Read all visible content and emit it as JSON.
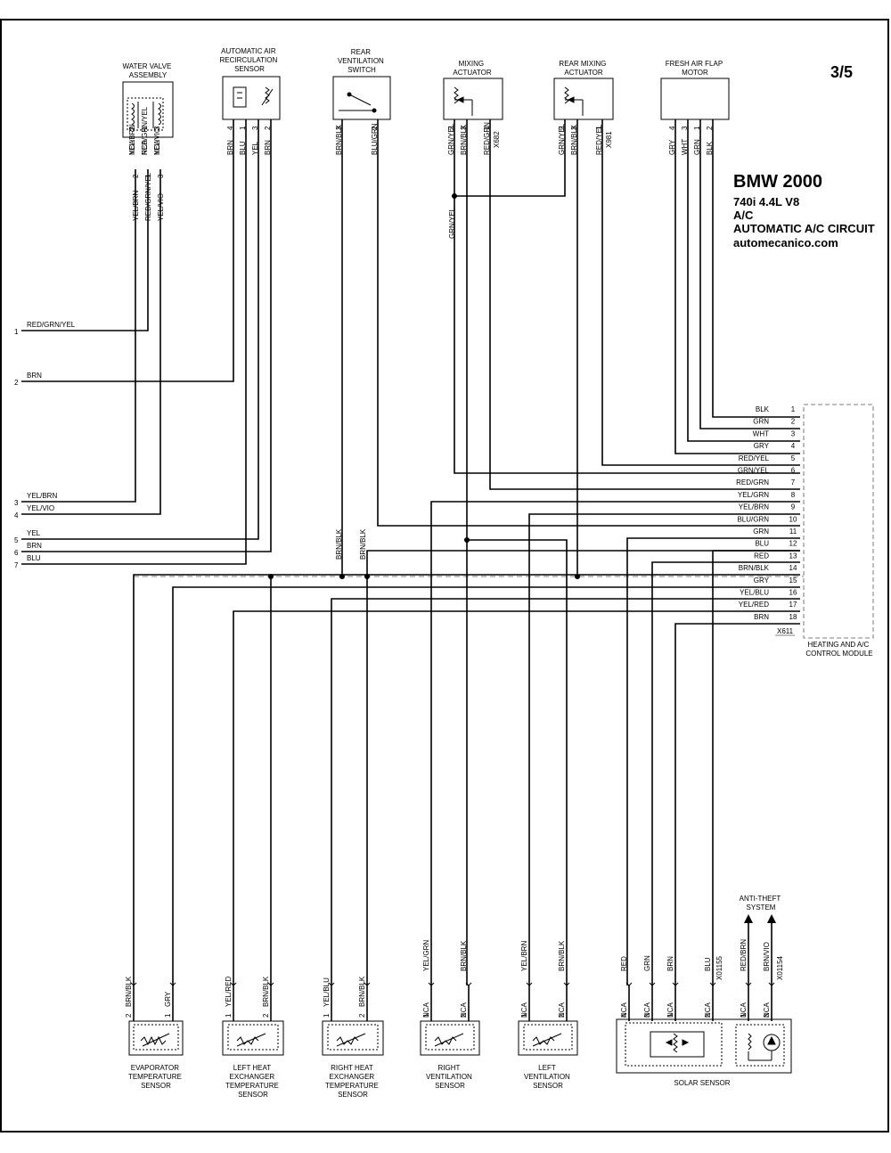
{
  "page": {
    "number": "3/5"
  },
  "header": {
    "title": "BMW 2000",
    "model": "740i  4.4L  V8",
    "system": "A/C",
    "circuit": "AUTOMATIC A/C CIRCUIT",
    "site": "automecanico.com"
  },
  "components": {
    "water_valve": [
      "WATER VALVE",
      "ASSEMBLY"
    ],
    "recirc_sensor": [
      "AUTOMATIC AIR",
      "RECIRCULATION",
      "SENSOR"
    ],
    "rear_vent_switch": [
      "REAR",
      "VENTILATION",
      "SWITCH"
    ],
    "mixing_actuator": [
      "MIXING",
      "ACTUATOR"
    ],
    "rear_mixing_actuator": [
      "REAR MIXING",
      "ACTUATOR"
    ],
    "fresh_air_motor": [
      "FRESH AIR FLAP",
      "MOTOR"
    ],
    "control_module": [
      "HEATING AND A/C",
      "CONTROL MODULE"
    ],
    "evap_sensor": [
      "EVAPORATOR",
      "TEMPERATURE",
      "SENSOR"
    ],
    "left_heat_sensor": [
      "LEFT HEAT",
      "EXCHANGER",
      "TEMPERATURE",
      "SENSOR"
    ],
    "right_heat_sensor": [
      "RIGHT HEAT",
      "EXCHANGER",
      "TEMPERATURE",
      "SENSOR"
    ],
    "right_vent_sensor": [
      "RIGHT",
      "VENTILATION",
      "SENSOR"
    ],
    "left_vent_sensor": [
      "LEFT",
      "VENTILATION",
      "SENSOR"
    ],
    "solar_sensor": [
      "SOLAR SENSOR"
    ],
    "anti_theft": [
      "ANTI-THEFT",
      "SYSTEM"
    ]
  },
  "connectors": {
    "mixing": "X682",
    "rear_mixing": "X981",
    "module": "X611",
    "solar_a": "X01155",
    "solar_b": "X01154"
  },
  "left_edge": [
    {
      "n": "1",
      "c": "RED/GRN/YEL"
    },
    {
      "n": "2",
      "c": "BRN"
    },
    {
      "n": "3",
      "c": "YEL/BRN"
    },
    {
      "n": "4",
      "c": "YEL/VIO"
    },
    {
      "n": "5",
      "c": "YEL"
    },
    {
      "n": "6",
      "c": "BRN"
    },
    {
      "n": "7",
      "c": "BLU"
    }
  ],
  "module_pins": [
    {
      "n": "1",
      "c": "BLK"
    },
    {
      "n": "2",
      "c": "GRN"
    },
    {
      "n": "3",
      "c": "WHT"
    },
    {
      "n": "4",
      "c": "GRY"
    },
    {
      "n": "5",
      "c": "RED/YEL"
    },
    {
      "n": "6",
      "c": "GRN/YEL"
    },
    {
      "n": "7",
      "c": "RED/GRN"
    },
    {
      "n": "8",
      "c": "YEL/GRN"
    },
    {
      "n": "9",
      "c": "YEL/BRN"
    },
    {
      "n": "10",
      "c": "BLU/GRN"
    },
    {
      "n": "11",
      "c": "GRN"
    },
    {
      "n": "12",
      "c": "BLU"
    },
    {
      "n": "13",
      "c": "RED"
    },
    {
      "n": "14",
      "c": "BRN/BLK"
    },
    {
      "n": "15",
      "c": "GRY"
    },
    {
      "n": "16",
      "c": "YEL/BLU"
    },
    {
      "n": "17",
      "c": "YEL/RED"
    },
    {
      "n": "18",
      "c": "BRN"
    }
  ],
  "top_pins": {
    "water_valve": [
      {
        "nca": "NCA",
        "pin": "2",
        "c": "YEL/BRN"
      },
      {
        "nca": "NCA",
        "pin": "1",
        "c": "RED/GRN/YEL"
      },
      {
        "nca": "NCA",
        "pin": "3",
        "c": "YEL/VIO"
      }
    ],
    "recirc": [
      {
        "pin": "4",
        "c": "BRN"
      },
      {
        "pin": "1",
        "c": "BLU"
      },
      {
        "pin": "3",
        "c": "YEL"
      },
      {
        "pin": "2",
        "c": "BRN"
      }
    ],
    "rear_vent": [
      {
        "pin": "3",
        "c": "BRN/BLK"
      },
      {
        "pin": "2",
        "c": "BLU/GRN"
      }
    ],
    "mixing": [
      {
        "pin": "2",
        "c": "GRN/YEL"
      },
      {
        "pin": "3",
        "c": "BRN/BLK"
      },
      {
        "pin": "1",
        "c": "RED/GRN"
      }
    ],
    "rear_mixing": [
      {
        "pin": "2",
        "c": "GRN/YEL"
      },
      {
        "pin": "3",
        "c": "BRN/BLK"
      },
      {
        "pin": "1",
        "c": "RED/YEL"
      }
    ],
    "fresh_air": [
      {
        "pin": "4",
        "c": "GRY"
      },
      {
        "pin": "3",
        "c": "WHT"
      },
      {
        "pin": "1",
        "c": "GRN"
      },
      {
        "pin": "2",
        "c": "BLK"
      }
    ]
  },
  "wire_labels": {
    "grn_yel_drop": "GRN/YEL",
    "brn_blk_a": "BRN/BLK",
    "brn_blk_b": "BRN/BLK"
  },
  "bottom_pins": {
    "evap": [
      {
        "pin": "2",
        "c": "BRN/BLK"
      },
      {
        "pin": "1",
        "c": "GRY"
      }
    ],
    "left_heat": [
      {
        "pin": "1",
        "c": "YEL/RED"
      },
      {
        "pin": "2",
        "c": "BRN/BLK"
      }
    ],
    "right_heat": [
      {
        "pin": "1",
        "c": "YEL/BLU"
      },
      {
        "pin": "2",
        "c": "BRN/BLK"
      }
    ],
    "right_vent": [
      {
        "nca": "NCA",
        "pin": "1",
        "c": "YEL/GRN"
      },
      {
        "nca": "NCA",
        "pin": "2",
        "c": "BRN/BLK"
      }
    ],
    "left_vent": [
      {
        "nca": "NCA",
        "pin": "1",
        "c": "YEL/BRN"
      },
      {
        "nca": "NCA",
        "pin": "2",
        "c": "BRN/BLK"
      }
    ],
    "solar": [
      {
        "nca": "NCA",
        "pin": "4",
        "c": "RED"
      },
      {
        "nca": "NCA",
        "pin": "3",
        "c": "GRN"
      },
      {
        "nca": "NCA",
        "pin": "1",
        "c": "BRN"
      },
      {
        "nca": "NCA",
        "pin": "2",
        "c": "BLU"
      },
      {
        "nca": "NCA",
        "pin": "1",
        "c": "RED/BRN"
      },
      {
        "nca": "NCA",
        "pin": "3",
        "c": "BRN/VIO"
      }
    ]
  }
}
